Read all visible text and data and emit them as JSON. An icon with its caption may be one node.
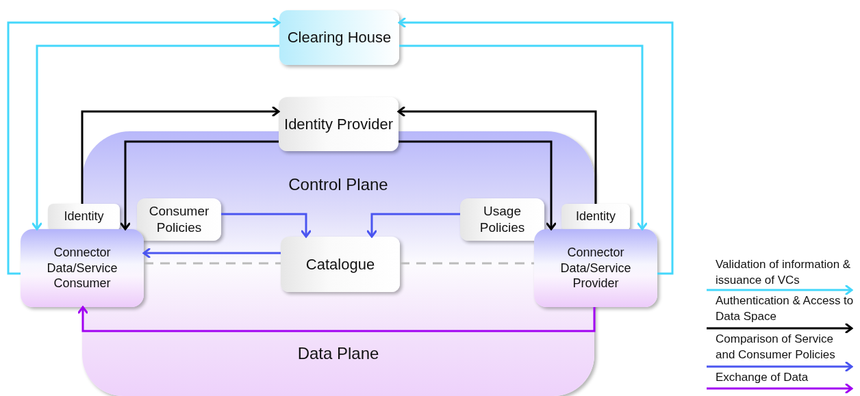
{
  "diagram": {
    "nodes": [
      {
        "text": [
          "Clearing House"
        ]
      },
      {
        "text": [
          "Identity Provider"
        ]
      },
      {
        "text": [
          "Control Plane",
          "Data Plane"
        ]
      },
      {
        "text": [
          "Identity"
        ]
      },
      {
        "text": [
          "Consumer Policies"
        ],
        "in": 2
      },
      {
        "text": [
          "Usage Policies"
        ],
        "in": 2
      },
      {
        "text": [
          "Identity"
        ]
      },
      {
        "text": [
          "Connector Data/Service Consumer"
        ]
      },
      {
        "text": [
          "Catalogue"
        ],
        "in": 2
      },
      {
        "text": [
          "Connector Data/Service Provider"
        ]
      }
    ],
    "edges": [
      {
        "from": 7,
        "to": 0,
        "arrow": "to",
        "color": "#44d7fb"
      },
      {
        "from": 0,
        "to": 7,
        "arrow": "to",
        "color": "#44d7fb"
      },
      {
        "from": 9,
        "to": 0,
        "arrow": "to",
        "color": "#44d7fb"
      },
      {
        "from": 0,
        "to": 9,
        "arrow": "to",
        "color": "#44d7fb"
      },
      {
        "from": 3,
        "to": 1,
        "arrow": "to",
        "color": "#000000"
      },
      {
        "from": 1,
        "to": 7,
        "arrow": "to",
        "color": "#000000"
      },
      {
        "from": 6,
        "to": 1,
        "arrow": "to",
        "color": "#000000"
      },
      {
        "from": 1,
        "to": 9,
        "arrow": "to",
        "color": "#000000"
      },
      {
        "from": 4,
        "to": 8,
        "arrow": "to",
        "color": "#4a55f0"
      },
      {
        "from": 5,
        "to": 8,
        "arrow": "to",
        "color": "#4a55f0"
      },
      {
        "from": 8,
        "to": 7,
        "arrow": "to",
        "color": "#4a55f0"
      },
      {
        "from": 7,
        "to": 8,
        "arrow": "none",
        "style": "dashed",
        "color": "#bbbbbb"
      },
      {
        "from": 8,
        "to": 9,
        "arrow": "none",
        "style": "dashed",
        "color": "#bbbbbb"
      },
      {
        "from": 9,
        "to": 7,
        "arrow": "to",
        "color": "#a100f2"
      }
    ],
    "legend": [
      {
        "text": "Validation of information & issuance of VCs"
      },
      {
        "text": "Authentication & Access to Data Space"
      },
      {
        "text": "Comparison of Service and Consumer Policies"
      },
      {
        "text": "Exchange of Data"
      }
    ]
  }
}
